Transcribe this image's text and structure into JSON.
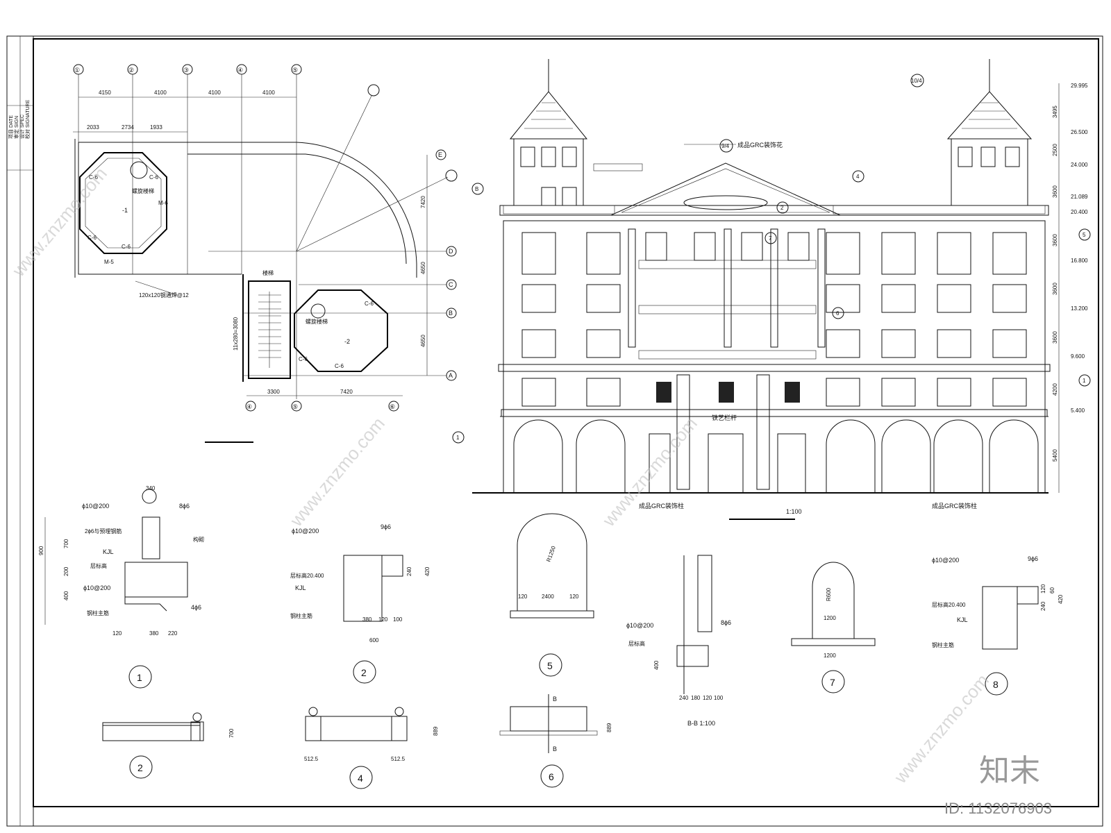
{
  "title_block": {
    "col1": "项目 DATE",
    "col2": "审定 SIGN",
    "col3": "设计 SPEC",
    "col4": "校对 SIGNATURE"
  },
  "plan": {
    "axes_top": [
      "①",
      "②",
      "③",
      "④",
      "⑤"
    ],
    "axes_bottom": [
      "④",
      "⑤",
      "⑥"
    ],
    "axes_right": [
      "E",
      "D",
      "C",
      "B",
      "A"
    ],
    "dims_top": [
      "4150",
      "4100",
      "4100",
      "4100"
    ],
    "dims_top2": [
      "2033",
      "2734",
      "1933"
    ],
    "dims_bottom": [
      "3300",
      "7420"
    ],
    "dims_right": [
      "7420",
      "4650",
      "4650"
    ],
    "labels": [
      "螺旋楼梯",
      "螺旋楼梯",
      "楼梯",
      "-1",
      "-2",
      "11x280=3080",
      "120x120钢通焊@12"
    ],
    "windows": [
      "C-6",
      "C-6",
      "C-6",
      "C-6",
      "M-6",
      "M-5",
      "C-6",
      "C-6",
      "C-6"
    ]
  },
  "elevation": {
    "levels": [
      "29.995",
      "26.500",
      "24.000",
      "21.089",
      "20.400",
      "16.800",
      "13.200",
      "9.600",
      "5.400"
    ],
    "right_dims": [
      "3495",
      "2500",
      "3600",
      "3600",
      "3600",
      "3600",
      "4200",
      "5400"
    ],
    "notes": [
      "成品GRC装饰花",
      "铁艺栏杆",
      "成品GRC装饰柱",
      "成品GRC装饰柱"
    ],
    "scale": "1:100",
    "callouts": [
      "9/4",
      "10/4",
      "4",
      "5",
      "6",
      "7",
      "2",
      "1",
      "1",
      "B"
    ]
  },
  "details": [
    {
      "num": "1",
      "notes": [
        "ϕ10@200",
        "8ϕ6",
        "KJL",
        "层标高",
        "ϕ10@200",
        "钢柱主筋",
        "4ϕ6",
        "2ϕ6与预埋钢筋",
        "构砌"
      ],
      "dims": [
        "340",
        "900",
        "700",
        "200",
        "400",
        "120",
        "380",
        "220"
      ]
    },
    {
      "num": "2",
      "notes": [
        "ϕ10@200",
        "9ϕ6",
        "层标高20.400",
        "KJL",
        "钢柱主筋"
      ],
      "dims": [
        "600",
        "380",
        "120",
        "100",
        "240",
        "420"
      ]
    },
    {
      "num": "5",
      "notes": [
        "R1250"
      ],
      "dims": [
        "2400",
        "120",
        "120"
      ]
    },
    {
      "num": "B-B 1:100",
      "notes": [
        "ϕ10@200",
        "8ϕ6",
        "层标高"
      ],
      "dims": [
        "240",
        "180",
        "120",
        "100",
        "400"
      ]
    },
    {
      "num": "7",
      "notes": [
        "R600"
      ],
      "dims": [
        "1200",
        "1200"
      ]
    },
    {
      "num": "8",
      "notes": [
        "ϕ10@200",
        "9ϕ6",
        "层标高20.400",
        "KJL",
        "钢柱主筋"
      ],
      "dims": [
        "240",
        "120",
        "60",
        "420"
      ]
    },
    {
      "num": "2",
      "notes": [],
      "dims": [
        "700"
      ]
    },
    {
      "num": "4",
      "notes": [],
      "dims": [
        "889",
        "512.5",
        "512.5"
      ]
    },
    {
      "num": "6",
      "notes": [
        "B",
        "B"
      ],
      "dims": [
        "889"
      ]
    }
  ],
  "brand": {
    "logo": "知末",
    "id_text": "ID: 1132076903",
    "watermark": "www.znzmo.com"
  }
}
